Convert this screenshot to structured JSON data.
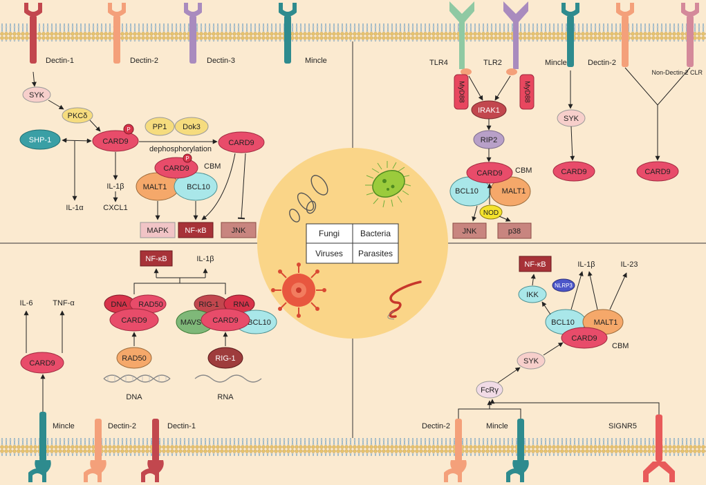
{
  "colors": {
    "bg": "#FBEAD0",
    "center": "#FAD588",
    "card9": "#E84C6A",
    "card9_dark": "#9E2A3E",
    "malt1": "#F5A86A",
    "bcl10": "#A9E7E9",
    "syk": "#F7CFCB",
    "teal": "#2E8B8E",
    "salmon": "#F4A07A",
    "purple": "#A98BBE",
    "green": "#8FC9A3",
    "red": "#D85A5A",
    "pp1": "#F6DC7E",
    "nod": "#F4E22C",
    "nfkb": "#A73238",
    "mapk": "#F1C4C6",
    "jnk": "#C8857F",
    "mavs": "#7FB879",
    "dna": "#D8334A",
    "nlrp3": "#4C56C9",
    "shp1": "#3A9FA5",
    "myd88": "#E8475F"
  },
  "center": {
    "fungi": "Fungi",
    "bacteria": "Bacteria",
    "viruses": "Viruses",
    "parasites": "Parasites"
  },
  "q1": {
    "receptors": [
      "Dectin-1",
      "Dectin-2",
      "Dectin-3",
      "Mincle"
    ],
    "syk": "SYK",
    "pkc": "PKCδ",
    "shp1": "SHP-1",
    "card9": "CARD9",
    "p": "P",
    "pp1": "PP1",
    "dok3": "Dok3",
    "dephos": "dephosphorylation",
    "card9b": "CARD9",
    "cbm": "CBM",
    "card9c": "CARD9",
    "malt1": "MALT1",
    "bcl10": "BCL10",
    "il1b": "IL-1β",
    "cxcl1": "CXCL1",
    "il1a": "IL-1α",
    "mapk": "MAPK",
    "nfkb": "NF-κB",
    "jnk": "JNK"
  },
  "q2": {
    "receptors": [
      "TLR4",
      "TLR2",
      "Mincle",
      "Dectin-2",
      "Non-Dectin-2 CLR"
    ],
    "myd88": "MyD88",
    "irak1": "IRAK1",
    "rip2": "RIP2",
    "card9": "CARD9",
    "cbm": "CBM",
    "bcl10": "BCL10",
    "malt1": "MALT1",
    "nod": "NOD",
    "jnk": "JNK",
    "p38": "p38",
    "syk": "SYK",
    "card9b": "CARD9",
    "card9c": "CARD9"
  },
  "q3": {
    "receptors": [
      "Mincle",
      "Dectin-2",
      "Dectin-1"
    ],
    "card9": "CARD9",
    "il6": "IL-6",
    "tnfa": "TNF-α",
    "nfkb": "NF-κB",
    "il1b": "IL-1β",
    "dna_label": "DNA",
    "rad50": "RAD50",
    "card9b": "CARD9",
    "rad50b": "RAD50",
    "dna": "DNA",
    "rig1": "RIG-1",
    "rna_label": "RNA",
    "mavs": "MAVS",
    "card9c": "CARD9",
    "bcl10": "BCL10",
    "rig1b": "RIG-1",
    "rna": "RNA"
  },
  "q4": {
    "receptors": [
      "Dectin-2",
      "Mincle",
      "SIGNR5"
    ],
    "fcr": "FcRγ",
    "syk": "SYK",
    "bcl10": "BCL10",
    "malt1": "MALT1",
    "card9": "CARD9",
    "cbm": "CBM",
    "ikk": "IKK",
    "nfkb": "NF-κB",
    "nlrp3": "NLRP3",
    "il1b": "IL-1β",
    "il23": "IL-23"
  }
}
